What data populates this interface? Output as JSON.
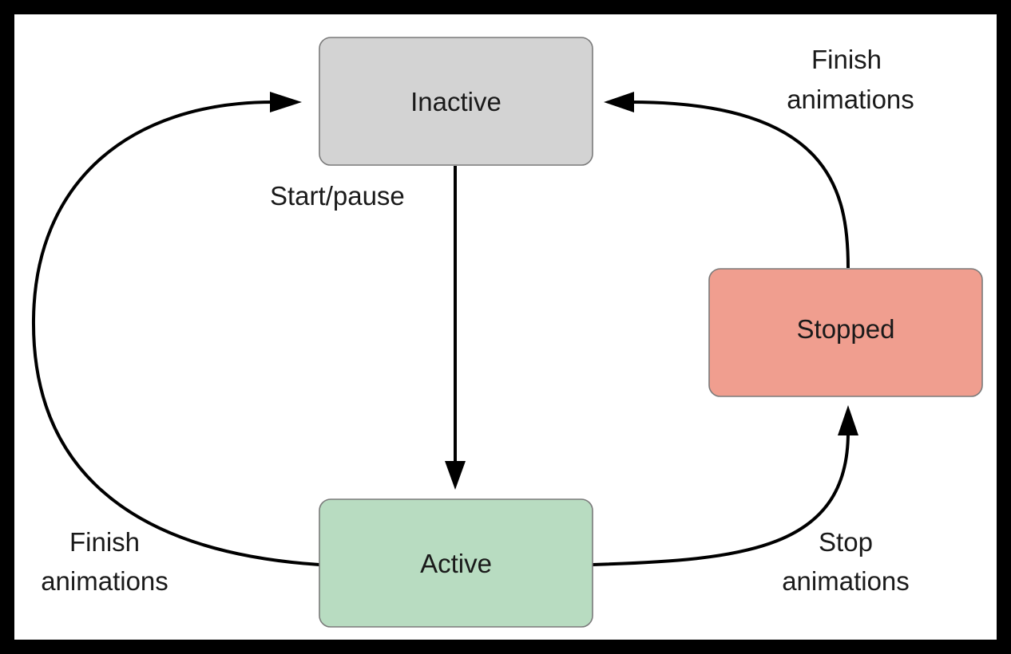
{
  "diagram": {
    "background_color": "#ffffff",
    "frame_color": "#000000",
    "nodes": {
      "inactive": {
        "label": "Inactive",
        "color": "#d3d3d3"
      },
      "active": {
        "label": "Active",
        "color": "#b8dcc1"
      },
      "stopped": {
        "label": "Stopped",
        "color": "#f09e8f"
      }
    },
    "edges": {
      "start_pause": {
        "label": "Start/pause",
        "from": "Inactive",
        "to": "Active"
      },
      "finish_left": {
        "label_line1": "Finish",
        "label_line2": "animations",
        "from": "Active",
        "to": "Inactive"
      },
      "stop": {
        "label_line1": "Stop",
        "label_line2": "animations",
        "from": "Active",
        "to": "Stopped"
      },
      "finish_right": {
        "label_line1": "Finish",
        "label_line2": "animations",
        "from": "Stopped",
        "to": "Inactive"
      }
    }
  }
}
